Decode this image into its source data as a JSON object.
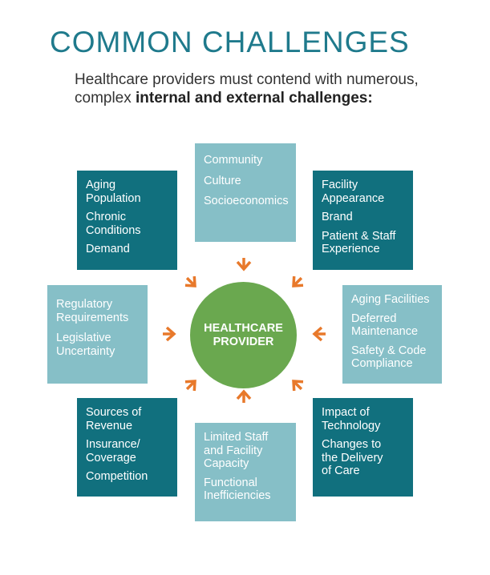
{
  "title": "COMMON CHALLENGES",
  "subtitle": {
    "line1": "Healthcare providers must contend with numerous,",
    "line2_prefix": "complex ",
    "line2_bold": "internal and external challenges:"
  },
  "center": {
    "label": "HEALTHCARE\nPROVIDER"
  },
  "colors": {
    "dark_box": "#11707e",
    "light_box": "#86bfc7",
    "center": "#6aa84f",
    "arrow": "#e8792b",
    "title": "#1f7a8c"
  },
  "boxes": {
    "top_left": [
      "Aging\nPopulation",
      "Chronic\nConditions",
      "Demand"
    ],
    "top_center": [
      "Community",
      "Culture",
      "Socioeconomics"
    ],
    "top_right": [
      "Facility\nAppearance",
      "Brand",
      "Patient & Staff\nExperience"
    ],
    "middle_left": [
      "Regulatory\nRequirements",
      "Legislative\nUncertainty"
    ],
    "middle_right": [
      "Aging Facilities",
      "Deferred\nMaintenance",
      "Safety & Code\nCompliance"
    ],
    "bottom_left": [
      "Sources of\nRevenue",
      "Insurance/\nCoverage",
      "Competition"
    ],
    "bottom_center": [
      "Limited Staff\nand Facility\nCapacity",
      "Functional\nInefficiencies"
    ],
    "bottom_right": [
      "Impact of\nTechnology",
      "Changes to\nthe Delivery\nof Care"
    ]
  }
}
